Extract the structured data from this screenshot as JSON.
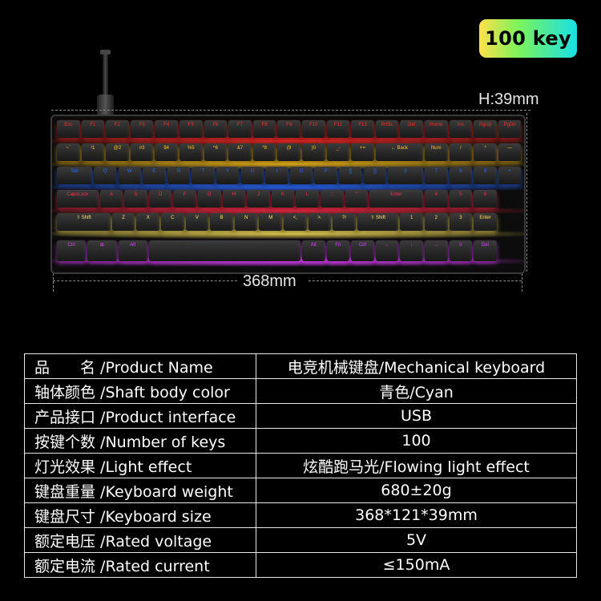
{
  "badge": {
    "label": "100 key"
  },
  "dimensions": {
    "height": "H:39mm",
    "width": "368mm",
    "depth": "121mm"
  },
  "keyboard": {
    "rows": [
      [
        "Esc",
        "F1",
        "F2",
        "F3",
        "F4",
        "F5",
        "F6",
        "F7",
        "F8",
        "F9",
        "F10",
        "F11",
        "F12",
        "PrtSc",
        "Del",
        "Home",
        "Ins",
        "PgUp",
        "PgDn"
      ],
      [
        "~`",
        "!1",
        "@2",
        "#3",
        "$4",
        "%5",
        "^6",
        "&7",
        "*8",
        "(9",
        ")0",
        "_-",
        "+=",
        "← Back",
        "Num",
        "/",
        "*",
        "—"
      ],
      [
        "Tab",
        "Q",
        "W",
        "E",
        "R",
        "T",
        "Y",
        "U",
        "I",
        "O",
        "P",
        "{[",
        "}]",
        "|\\",
        "7",
        "8",
        "9",
        "+"
      ],
      [
        "CapsLock",
        "A",
        "S",
        "D",
        "F",
        "G",
        "H",
        "J",
        "K",
        "L",
        ":;",
        "\"'",
        "Enter",
        "4",
        "5",
        "6"
      ],
      [
        "⇧ Shift",
        "Z",
        "X",
        "C",
        "V",
        "B",
        "N",
        "M",
        "<,",
        ">.",
        "?/",
        "⇧ Shift",
        "1",
        "2",
        "3",
        "Enter"
      ],
      [
        "Ctrl",
        "⊞",
        "Alt",
        "",
        "Alt",
        "Fn",
        "Ctrl",
        "←",
        "↓",
        "→",
        "0",
        "Del"
      ]
    ]
  },
  "specs": [
    {
      "label": "品　　名 /Product Name",
      "value": "电竞机械键盘/Mechanical keyboard"
    },
    {
      "label": "轴体颜色 /Shaft body color",
      "value": "青色/Cyan"
    },
    {
      "label": "产品接口 /Product interface",
      "value": "USB"
    },
    {
      "label": "按键个数 /Number of keys",
      "value": "100"
    },
    {
      "label": "灯光效果 /Light effect",
      "value": "炫酷跑马光/Flowing light effect"
    },
    {
      "label": "键盘重量 /Keyboard weight",
      "value": "680±20g"
    },
    {
      "label": "键盘尺寸 /Keyboard size",
      "value": "368*121*39mm"
    },
    {
      "label": "额定电压 /Rated voltage",
      "value": "5V"
    },
    {
      "label": "额定电流 /Rated current",
      "value": "≤150mA"
    }
  ],
  "colors": {
    "row_glow": [
      "#ff2a2a",
      "#ffc21a",
      "#2a6bff",
      "#ff2a4a",
      "#ffe45a",
      "#e040ff"
    ]
  }
}
